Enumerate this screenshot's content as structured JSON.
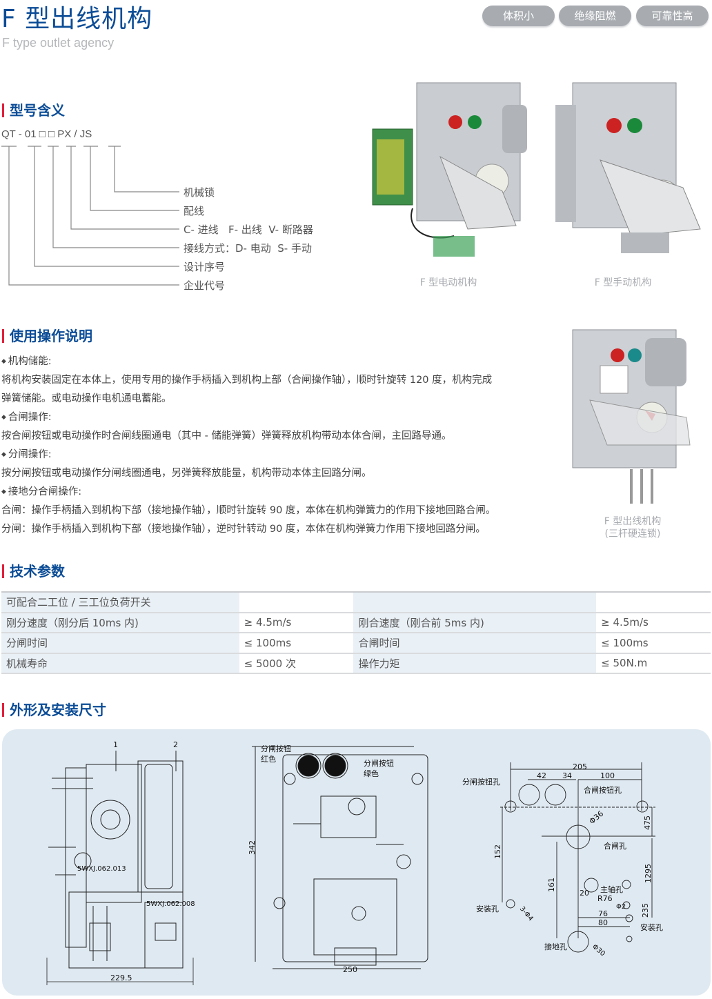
{
  "header": {
    "title": "F 型出线机构",
    "subtitle": "F type outlet agency",
    "badges": [
      "体积小",
      "绝缘阻燃",
      "可靠性高"
    ]
  },
  "model": {
    "heading": "型号含义",
    "code": "QT - 01 □ □ PX / JS",
    "labels": [
      "机械锁",
      "配线",
      "C- 进线   F- 出线  V- 断路器",
      "接线方式：D- 电动  S- 手动",
      "设计序号",
      "企业代号"
    ]
  },
  "photos": {
    "electric": "F 型电动机构",
    "manual": "F 型手动机构",
    "outlet_line1": "F 型出线机构",
    "outlet_line2": "(三杆硬连锁)"
  },
  "usage": {
    "heading": "使用操作说明",
    "lines": [
      {
        "text": "机构储能:",
        "bullet": true
      },
      {
        "text": "将机构安装固定在本体上，使用专用的操作手柄插入到机构上部（合闸操作轴），顺时针旋转 120 度，机构完成",
        "bullet": false
      },
      {
        "text": "弹簧储能。或电动操作电机通电蓄能。",
        "bullet": false
      },
      {
        "text": "合闸操作:",
        "bullet": true
      },
      {
        "text": "按合闸按钮或电动操作时合闸线圈通电（其中 - 储能弹簧）弹簧释放机构带动本体合闸，主回路导通。",
        "bullet": false
      },
      {
        "text": "分闸操作:",
        "bullet": true
      },
      {
        "text": "按分闸按钮或电动操作分闸线圈通电，另弹簧释放能量，机构带动本体主回路分闸。",
        "bullet": false
      },
      {
        "text": "接地分合闸操作:",
        "bullet": true
      },
      {
        "text": "合闸：操作手柄插入到机构下部（接地操作轴），顺时针旋转 90 度，本体在机构弹簧力的作用下接地回路合闸。",
        "bullet": false
      },
      {
        "text": "分闸：操作手柄插入到机构下部（接地操作轴），逆时针转动 90 度，本体在机构弹簧力作用下接地回路分闸。",
        "bullet": false
      }
    ]
  },
  "specs": {
    "heading": "技术参数",
    "rows": [
      [
        "可配合二工位 / 三工位负荷开关",
        "",
        "",
        ""
      ],
      [
        "刚分速度（刚分后 10ms 内)",
        "≥ 4.5m/s",
        "刚合速度（刚合前 5ms 内)",
        "≥ 4.5m/s"
      ],
      [
        "分闸时间",
        "≤ 100ms",
        "合闸时间",
        "≤ 100ms"
      ],
      [
        "机械寿命",
        "≤ 5000 次",
        "操作力矩",
        "≤ 50N.m"
      ]
    ]
  },
  "dims": {
    "heading": "外形及安装尺寸",
    "left": {
      "callouts": [
        "1",
        "2"
      ],
      "parts": [
        "5WXJ.062.013",
        "5WXJ.062.008"
      ],
      "width": "229.5"
    },
    "middle": {
      "red_btn": [
        "分闸按钮",
        "红色"
      ],
      "green_btn": [
        "分闸按钮",
        "绿色"
      ],
      "height": "342",
      "width": "250"
    },
    "right": {
      "labels": {
        "open_btn": "分闸按钮孔",
        "close_btn": "合闸按钮孔",
        "close_hole": "合闸孔",
        "main_shaft": "主轴孔",
        "mount1": "安装孔",
        "mount2": "安装孔",
        "ground": "接地孔"
      },
      "dims": [
        "205",
        "42",
        "34",
        "100",
        "Φ36",
        "475",
        "152",
        "161",
        "1295",
        "20",
        "R76",
        "76",
        "80",
        "Φ2",
        "235",
        "3-Φ4",
        "Φ30"
      ]
    }
  }
}
